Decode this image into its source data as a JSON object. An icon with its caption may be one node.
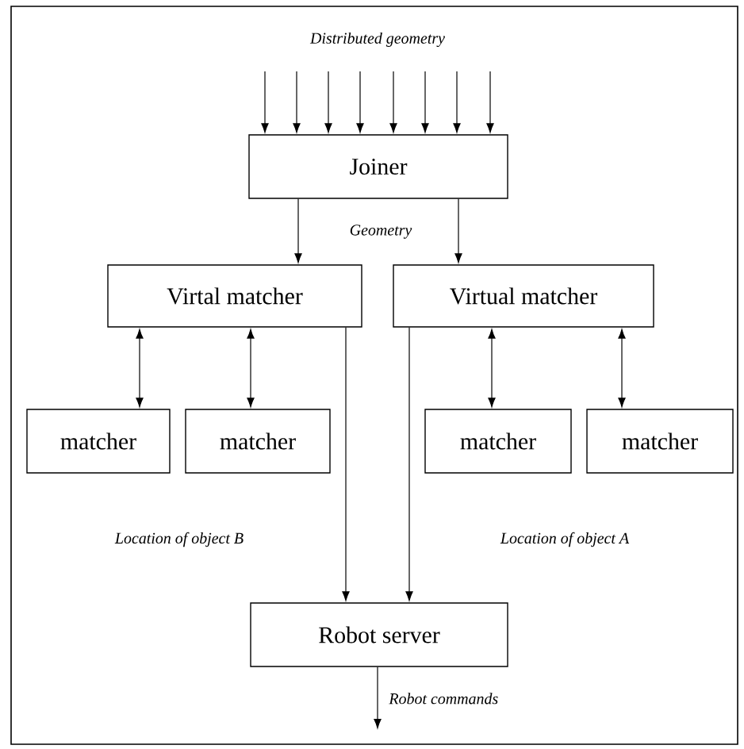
{
  "diagram": {
    "nodes": [
      {
        "text": [
          "Joiner"
        ]
      },
      {
        "text": [
          "Virtal matcher"
        ]
      },
      {
        "text": [
          "Virtual matcher"
        ]
      },
      {
        "text": [
          "matcher"
        ]
      },
      {
        "text": [
          "matcher"
        ]
      },
      {
        "text": [
          "matcher"
        ]
      },
      {
        "text": [
          "matcher"
        ]
      },
      {
        "text": [
          "Robot server"
        ]
      }
    ],
    "edges": [
      {
        "from": null,
        "to": 0,
        "arrow": "to"
      },
      {
        "from": null,
        "to": 0,
        "arrow": "to"
      },
      {
        "from": null,
        "to": 0,
        "arrow": "to"
      },
      {
        "from": null,
        "to": 0,
        "arrow": "to"
      },
      {
        "from": null,
        "to": 0,
        "arrow": "to"
      },
      {
        "from": null,
        "to": 0,
        "arrow": "to"
      },
      {
        "from": null,
        "to": 0,
        "arrow": "to"
      },
      {
        "from": null,
        "to": 0,
        "arrow": "to"
      },
      {
        "from": 0,
        "to": 1,
        "arrow": "to"
      },
      {
        "from": 0,
        "to": 2,
        "arrow": "to"
      },
      {
        "from": 1,
        "to": 3,
        "arrow": "both"
      },
      {
        "from": 1,
        "to": 4,
        "arrow": "both"
      },
      {
        "from": 2,
        "to": 5,
        "arrow": "both"
      },
      {
        "from": 2,
        "to": 6,
        "arrow": "both"
      },
      {
        "from": 1,
        "to": 7,
        "arrow": "to"
      },
      {
        "from": 2,
        "to": 7,
        "arrow": "to"
      },
      {
        "from": 7,
        "to": null,
        "arrow": "to",
        "label": "Robot commands"
      }
    ],
    "labels": [
      "Distributed geometry",
      "Geometry",
      "Location of object B",
      "Location of object A"
    ]
  }
}
